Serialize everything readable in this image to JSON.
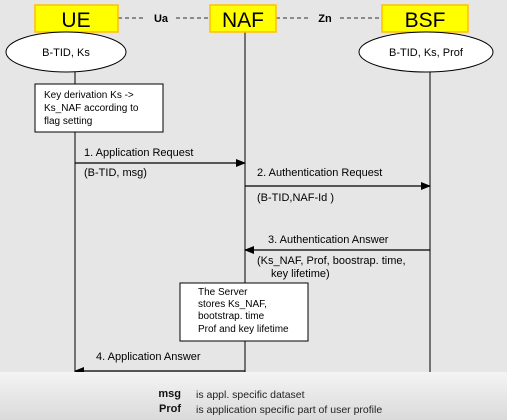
{
  "entities": {
    "ue": "UE",
    "naf": "NAF",
    "bsf": "BSF"
  },
  "interfaces": {
    "ua": "Ua",
    "zn": "Zn"
  },
  "states": {
    "ue": "B-TID, Ks",
    "bsf": "B-TID, Ks, Prof"
  },
  "notes": {
    "key_derivation": [
      "Key derivation Ks ->",
      "Ks_NAF according to",
      "flag setting"
    ],
    "server_store": [
      "The Server",
      "stores Ks_NAF,",
      "bootstrap. time",
      "Prof and key lifetime"
    ]
  },
  "messages": [
    {
      "label": "1. Application Request",
      "params": [
        "(B-TID, msg)"
      ]
    },
    {
      "label": "2. Authentication Request",
      "params": [
        "(B-TID,NAF-Id )"
      ]
    },
    {
      "label": "3. Authentication Answer",
      "params": [
        "(Ks_NAF, Prof, boostrap. time,",
        "key lifetime)"
      ]
    },
    {
      "label": "4. Application Answer",
      "params": []
    }
  ],
  "legend": [
    {
      "key": "msg",
      "value": "is appl. specific dataset"
    },
    {
      "key": "Prof",
      "value": "is application specific part of user profile"
    }
  ],
  "colors": {
    "entity_fill": "#ffff00",
    "entity_border": "#ffc000",
    "background": "#e6e6e6"
  }
}
